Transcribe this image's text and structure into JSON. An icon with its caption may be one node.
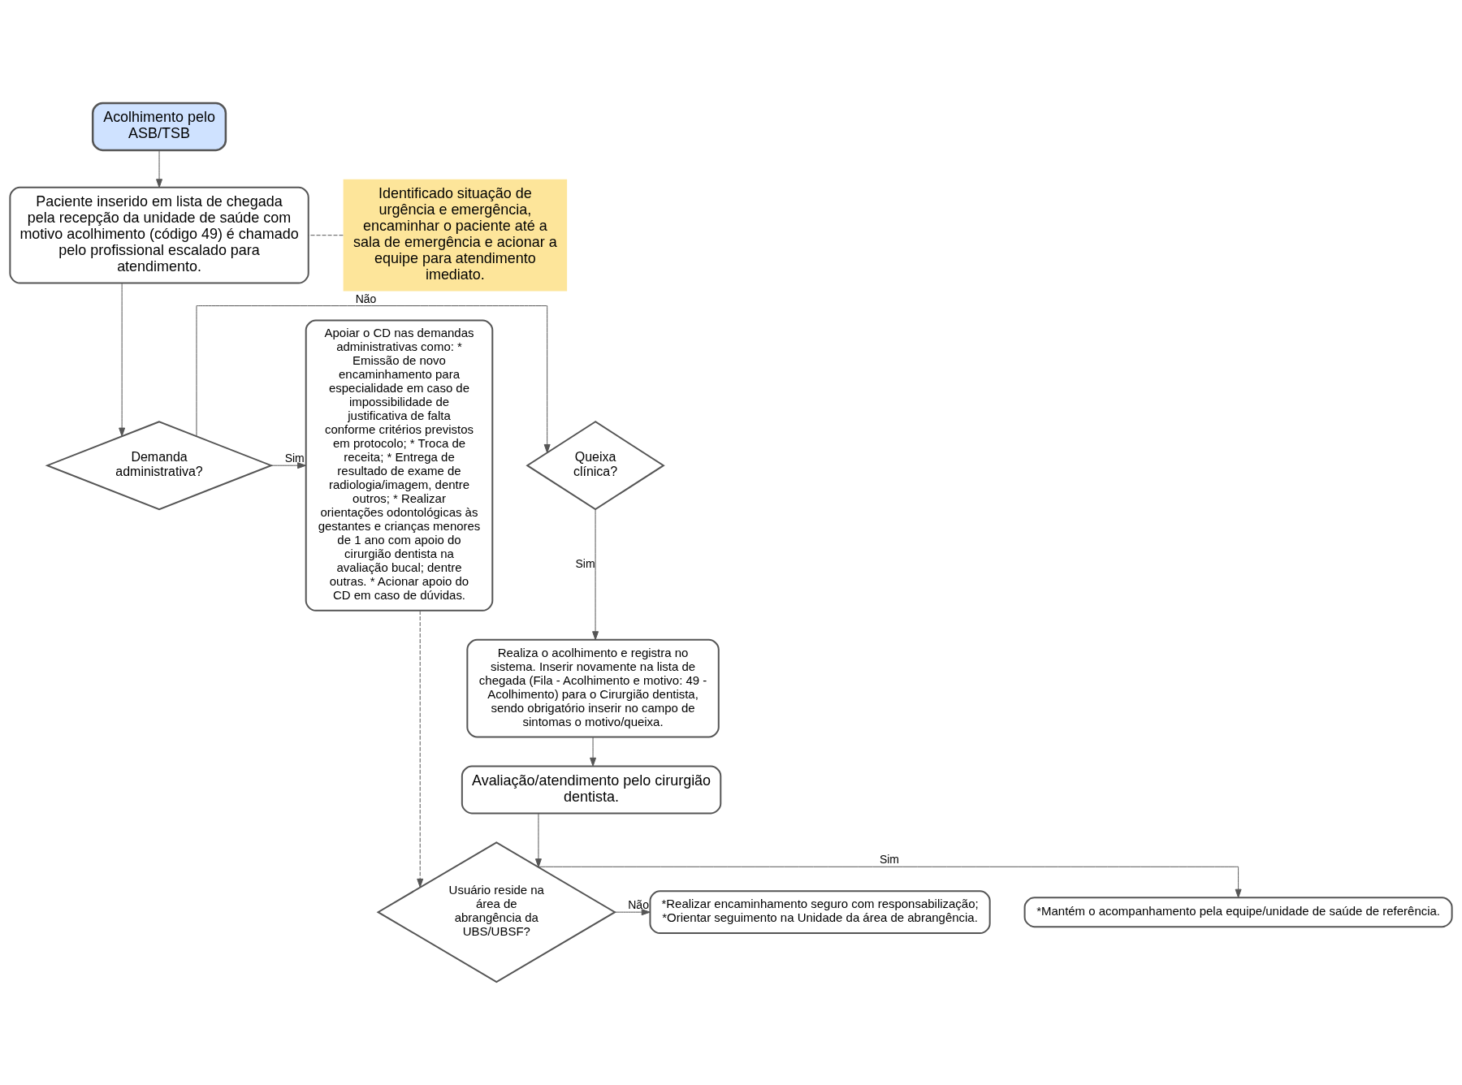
{
  "diagram": {
    "nodes": [
      {
        "text": [
          "Acolhimento pelo ASB/TSB"
        ]
      },
      {
        "text": [
          "Paciente inserido em lista de chegada pela recepção da unidade de saúde com motivo acolhimento (código 49) é chamado pelo profissional escalado para atendimento."
        ]
      },
      {
        "text": [
          "Identificado situação de urgência e emergência, encaminhar o paciente até a sala de emergência e acionar a equipe para atendimento imediato."
        ]
      },
      {
        "text": [
          "Demanda administrativa?"
        ]
      },
      {
        "text": [
          "Queixa clínica?"
        ]
      },
      {
        "text": [
          "Apoiar o CD nas demandas administrativas como: * Emissão de novo encaminhamento para especialidade em caso de impossibilidade de justificativa de falta conforme critérios previstos em protocolo; * Troca de receita; * Entrega de resultado de exame de radiologia/imagem, dentre outros; * Realizar orientações odontológicas às gestantes e crianças menores de 1 ano com apoio do cirurgião dentista na avaliação bucal; dentre outras. * Acionar apoio do CD em caso de dúvidas."
        ]
      },
      {
        "text": [
          "Realiza o acolhimento e registra no sistema. Inserir novamente na lista de chegada (Fila - Acolhimento e motivo: 49 - Acolhimento) para o Cirurgião dentista, sendo obrigatório inserir no campo de sintomas o motivo/queixa."
        ]
      },
      {
        "text": [
          "Avaliação/atendimento pelo cirurgião dentista."
        ]
      },
      {
        "text": [
          "Usuário reside na área de abrangência da UBS/UBSF?"
        ]
      },
      {
        "text": [
          "*Realizar encaminhamento seguro com responsabilização;",
          "*Orientar seguimento na Unidade da área de abrangência."
        ]
      },
      {
        "text": [
          "*Mantém o acompanhamento pela equipe/unidade de saúde de referência."
        ]
      }
    ],
    "edges": [
      {
        "from": 0,
        "to": 1,
        "arrow": "to"
      },
      {
        "from": 2,
        "to": 1,
        "arrow": "none",
        "style": "dashed"
      },
      {
        "from": 1,
        "to": 3,
        "arrow": "to"
      },
      {
        "from": 3,
        "to": 4,
        "arrow": "to",
        "label": "Não"
      },
      {
        "from": 3,
        "to": 5,
        "arrow": "to",
        "label": "Sim"
      },
      {
        "from": 4,
        "to": 6,
        "arrow": "to",
        "label": "Sim"
      },
      {
        "from": 6,
        "to": 7,
        "arrow": "to"
      },
      {
        "from": 7,
        "to": 8,
        "arrow": "to"
      },
      {
        "from": 5,
        "to": 8,
        "arrow": "to",
        "style": "dashed"
      },
      {
        "from": 8,
        "to": 9,
        "arrow": "to",
        "label": "Não"
      },
      {
        "from": 8,
        "to": 10,
        "arrow": "to",
        "label": "Sim"
      }
    ]
  }
}
